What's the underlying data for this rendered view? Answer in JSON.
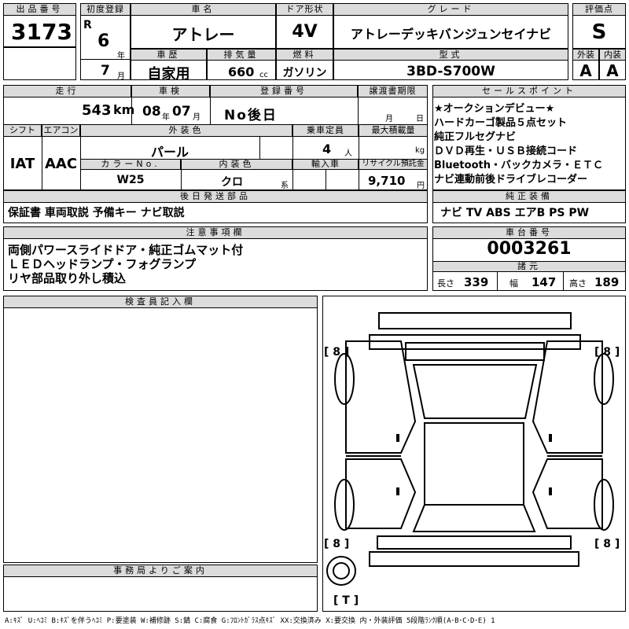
{
  "header": {
    "lot_no_label": "出品番号",
    "lot_no": "3173",
    "first_reg_label": "初度登録",
    "era": "R",
    "year": "6",
    "year_unit": "年",
    "month": "7",
    "month_unit": "月",
    "car_name_label": "車名",
    "car_name": "アトレー",
    "door_label": "ドア形状",
    "door": "4V",
    "grade_label": "グレード",
    "grade": "アトレーデッキバンジュンセイナビ",
    "score_label": "評価点",
    "score": "S",
    "history_label": "車歴",
    "history": "自家用",
    "displacement_label": "排気量",
    "displacement": "660",
    "displacement_unit": "cc",
    "fuel_label": "燃料",
    "fuel": "ガソリン",
    "model_label": "型式",
    "model": "3BD-S700W",
    "exterior_label": "外装",
    "exterior": "A",
    "interior_label": "内装",
    "interior": "A"
  },
  "row2": {
    "mileage_label": "走行",
    "mileage": "543",
    "mileage_unit": "km",
    "inspection_label": "車検",
    "insp_year": "08",
    "insp_year_unit": "年",
    "insp_month": "07",
    "insp_month_unit": "月",
    "reg_no_label": "登録番号",
    "reg_no": "No後日",
    "transfer_label": "譲渡書期限",
    "transfer_month_unit": "月",
    "transfer_day_unit": "日",
    "shift_label": "シフト",
    "shift": "IAT",
    "ac_label": "エアコン",
    "ac": "AAC",
    "color_label": "外装色",
    "color": "パール",
    "capacity_label": "乗車定員",
    "capacity": "4",
    "capacity_unit": "人",
    "load_label": "最大積載量",
    "load_unit": "kg",
    "color_no_label": "カラーNo.",
    "color_no": "W25",
    "int_color_label": "内装色",
    "int_color": "クロ",
    "int_color_unit": "系",
    "import_label": "輸入車",
    "recycle_label": "リサイクル預託金",
    "recycle": "9,710",
    "recycle_unit": "円"
  },
  "sales_points": {
    "label": "セールスポイント",
    "lines": [
      "★オークションデビュー★",
      "ハードカーゴ製品５点セット",
      "純正フルセグナビ",
      "ＤＶＤ再生・ＵＳＢ接続コード",
      "Bluetooth・バックカメラ・ＥＴＣ",
      "ナビ連動前後ドライブレコーダー"
    ]
  },
  "later_items": {
    "label": "後日発送部品",
    "text": "保証書 車両取説 予備キー ナビ取説"
  },
  "equipment": {
    "label": "純正装備",
    "items": "ナビ TV ABS エアB PS PW"
  },
  "notes": {
    "label": "注意事項欄",
    "lines": [
      "両側パワースライドドア・純正ゴムマット付",
      "ＬＥＤヘッドランプ・フォグランプ",
      "リヤ部品取り外し積込"
    ]
  },
  "chassis": {
    "label": "車台番号",
    "number": "0003261"
  },
  "dimensions": {
    "label": "諸元",
    "length_label": "長さ",
    "length": "339",
    "width_label": "幅",
    "width": "147",
    "height_label": "高さ",
    "height": "189"
  },
  "inspector": {
    "label": "検査員記入欄"
  },
  "office": {
    "label": "事務局よりご案内"
  },
  "diagram": {
    "mark_fl": "[ 8 ]",
    "mark_fr": "[ 8 ]",
    "mark_rl": "[ 8 ]",
    "mark_rr": "[ 8 ]",
    "mark_t": "[ T ]"
  },
  "legend": "A:ｷｽﾞ U:ﾍｺﾐ B:ｷｽﾞを伴うﾍｺﾐ P:要塗装 W:補修跡 S:錆 C:腐食 G:ﾌﾛﾝﾄｶﾞﾗｽ点ｷｽﾞ XX:交換済み X:要交換 内・外装評価 5段階ﾗﾝｸ順(A･B･C･D･E) 1"
}
